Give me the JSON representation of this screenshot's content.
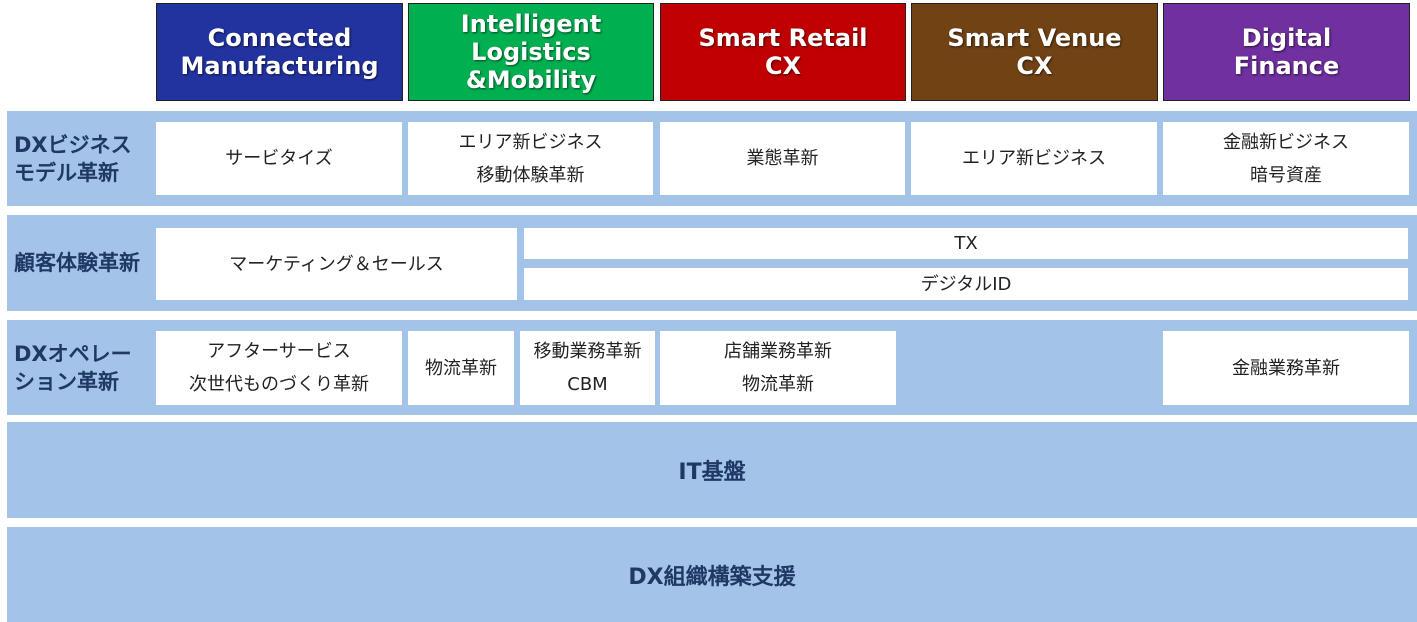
{
  "headers": [
    {
      "label": "Connected\nManufacturing",
      "color": "#2233a0"
    },
    {
      "label": "Intelligent\nLogistics\n&Mobility",
      "color": "#00b050"
    },
    {
      "label": "Smart Retail\nCX",
      "color": "#c00000"
    },
    {
      "label": "Smart Venue\nCX",
      "color": "#704214"
    },
    {
      "label": "Digital\nFinance",
      "color": "#7030a0"
    }
  ],
  "rows": {
    "business_model": {
      "label": "DXビジネス\nモデル革新",
      "cells": [
        "サービタイズ",
        "エリア新ビジネス\n移動体験革新",
        "業態革新",
        "エリア新ビジネス",
        "金融新ビジネス\n暗号資産"
      ]
    },
    "customer_experience": {
      "label": "顧客体験革新",
      "cells": [
        "マーケティング＆セールス",
        "TX",
        "デジタルID"
      ]
    },
    "operations": {
      "label": "DXオペレー\nション革新",
      "cells": [
        "アフターサービス\n次世代ものづくり革新",
        "物流革新",
        "移動業務革新\nCBM",
        "店舗業務革新\n物流革新",
        "金融業務革新"
      ]
    },
    "it_foundation": {
      "label": "IT基盤"
    },
    "org_support": {
      "label": "DX組織構築支援"
    }
  },
  "band_color": "#a3c4e8"
}
